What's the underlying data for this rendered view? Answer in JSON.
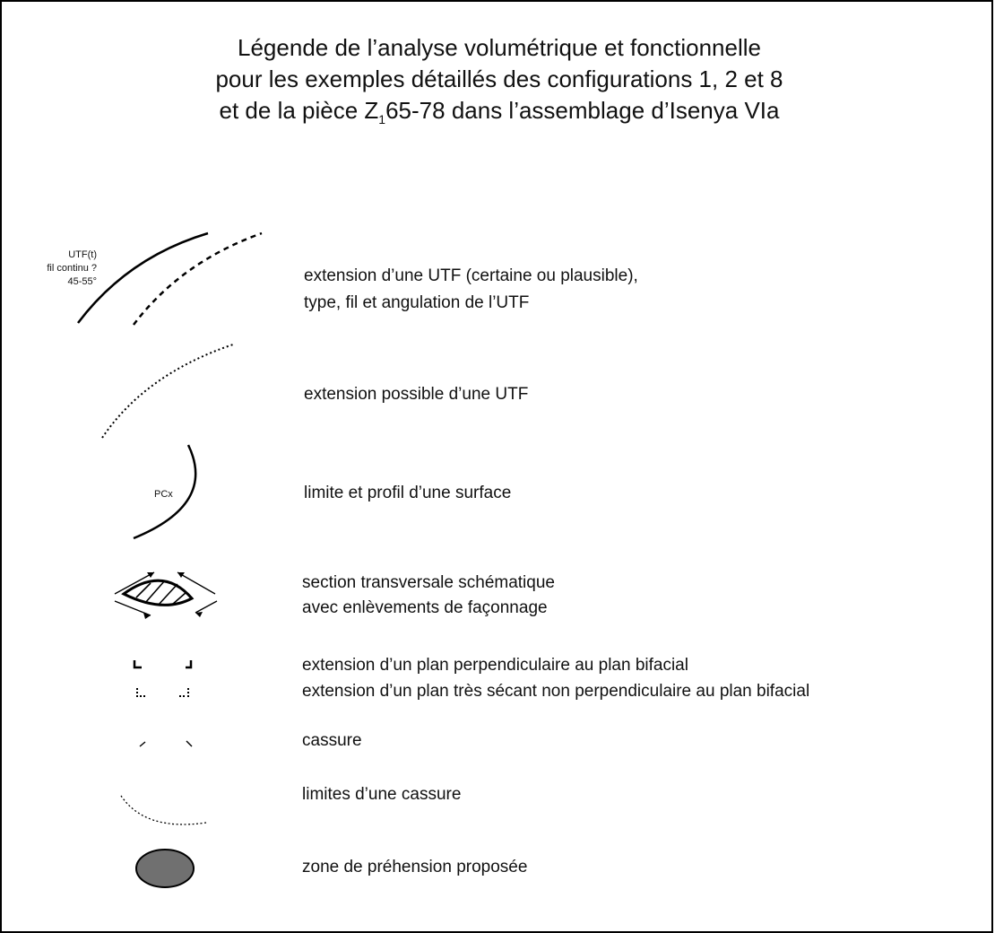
{
  "title": {
    "line1": "Légende de l’analyse volumétrique et fonctionnelle",
    "line2": "pour les exemples détaillés des configurations 1, 2 et 8",
    "line3_a": "et de la pièce Z",
    "line3_sub": "1",
    "line3_b": "65-78 dans l’assemblage d’Isenya VIa"
  },
  "utf_annotation": {
    "type": "UTF(t)",
    "fil": "fil continu ?",
    "angle": "45-55°"
  },
  "surface_annotation": "PCx",
  "legend": [
    {
      "id": "utf-extension",
      "line1": "extension d’une UTF (certaine ou plausible),",
      "line2": "type, fil et angulation de l’UTF"
    },
    {
      "id": "utf-possible",
      "line1": "extension possible d’une UTF"
    },
    {
      "id": "surface",
      "line1": "limite et profil d’une surface"
    },
    {
      "id": "section",
      "line1": "section transversale schématique",
      "line2": "avec enlèvements de façonnage"
    },
    {
      "id": "perp-plane",
      "line1": "extension d’un plan perpendiculaire au plan bifacial"
    },
    {
      "id": "secant-plane",
      "line1": "extension d’un plan très sécant non perpendiculaire au plan bifacial"
    },
    {
      "id": "cassure",
      "line1": "cassure"
    },
    {
      "id": "cassure-limits",
      "line1": "limites d’une cassure"
    },
    {
      "id": "grip-zone",
      "line1": "zone de préhension proposée"
    }
  ],
  "colors": {
    "stroke": "#000000",
    "grip_fill": "#707070"
  }
}
